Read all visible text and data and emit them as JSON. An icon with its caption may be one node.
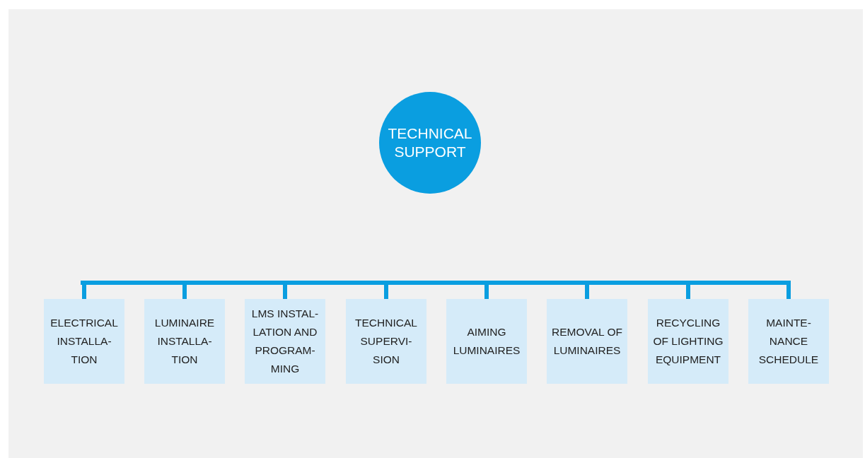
{
  "diagram": {
    "nodes": [
      {
        "text": [
          "TECHNICAL SUPPORT"
        ]
      },
      {
        "text": [],
        "shape": "bar"
      },
      {
        "text": [
          "ELECTRICAL INSTALLA- TION"
        ]
      },
      {
        "text": [
          "LUMINAIRE INSTALLA- TION"
        ]
      },
      {
        "text": [
          "LMS INSTAL- LATION AND PROGRAM- MING"
        ]
      },
      {
        "text": [
          "TECHNICAL SUPERVI- SION"
        ]
      },
      {
        "text": [
          "AIMING LUMINAIRES"
        ]
      },
      {
        "text": [
          "REMOVAL OF LUMINAIRES"
        ]
      },
      {
        "text": [
          "RECYCLING OF LIGHTING EQUIPMENT"
        ]
      },
      {
        "text": [
          "MAINTE- NANCE SCHEDULE"
        ]
      }
    ],
    "edges": [
      {
        "from": 1,
        "to": 2,
        "arrow": "none"
      },
      {
        "from": 1,
        "to": 3,
        "arrow": "none"
      },
      {
        "from": 1,
        "to": 4,
        "arrow": "none"
      },
      {
        "from": 1,
        "to": 5,
        "arrow": "none"
      },
      {
        "from": 1,
        "to": 6,
        "arrow": "none"
      },
      {
        "from": 1,
        "to": 7,
        "arrow": "none"
      },
      {
        "from": 1,
        "to": 8,
        "arrow": "none"
      },
      {
        "from": 1,
        "to": 9,
        "arrow": "none"
      }
    ]
  }
}
